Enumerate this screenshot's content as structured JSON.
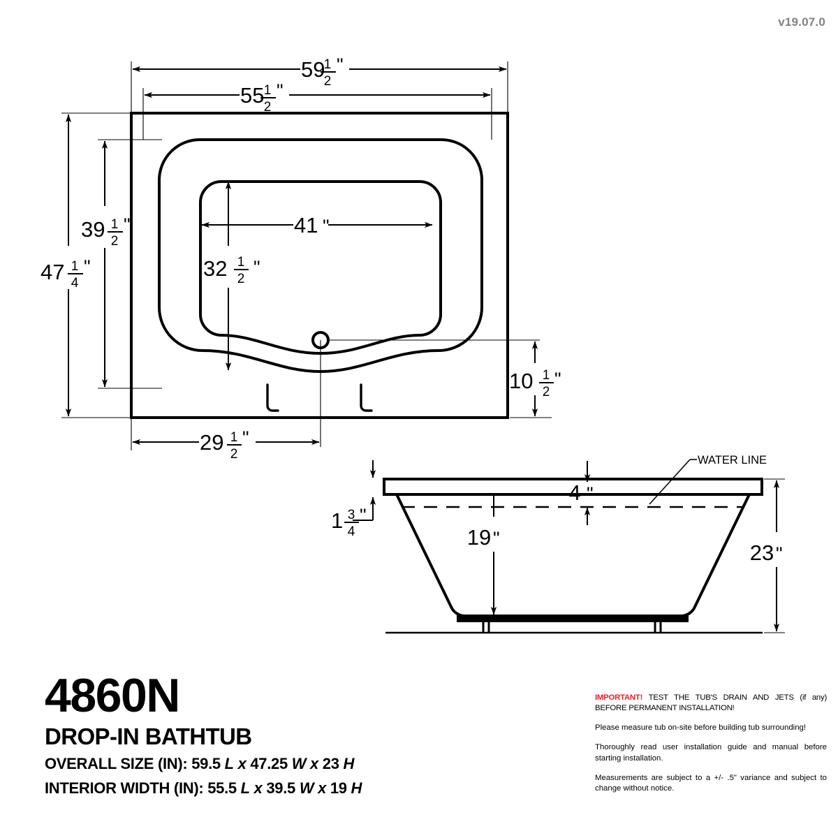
{
  "document": {
    "version_label": "v19.07.0",
    "model_number": "4860N",
    "product_type": "DROP-IN BATHTUB",
    "overall_size_label": "OVERALL SIZE (IN):",
    "overall_size_value_1": "59.5",
    "overall_size_unit_1": "L",
    "overall_size_sep_1": "x",
    "overall_size_value_2": "47.25",
    "overall_size_unit_2": "W",
    "overall_size_sep_2": "x",
    "overall_size_value_3": "23",
    "overall_size_unit_3": "H",
    "interior_width_label": "INTERIOR WIDTH (IN):",
    "interior_value_1": "55.5",
    "interior_unit_1": "L",
    "interior_sep_1": "x",
    "interior_value_2": "39.5",
    "interior_unit_2": "W",
    "interior_sep_2": "x",
    "interior_value_3": "19",
    "interior_unit_3": "H"
  },
  "notes": {
    "important_prefix": "IMPORTANT!",
    "important_body": " TEST THE TUB'S DRAIN AND JETS (if any) BEFORE PERMANENT INSTALLATION!",
    "note_2": "Please measure tub on-site before building tub surrounding!",
    "note_3": "Thoroughly read user installation guide and manual before starting installation.",
    "note_4": "Measurements are subject to a +/- .5\" variance and subject to change without notice."
  },
  "plan_view": {
    "name": "top-plan-view",
    "dimensions": {
      "overall_length": {
        "whole": "59",
        "num": "1",
        "den": "2",
        "unit": "\""
      },
      "interior_length": {
        "whole": "55",
        "num": "1",
        "den": "2",
        "unit": "\""
      },
      "overall_width": {
        "whole": "47",
        "num": "1",
        "den": "4",
        "unit": "\""
      },
      "interior_width": {
        "whole": "39",
        "num": "1",
        "den": "2",
        "unit": "\""
      },
      "basin_length": {
        "whole": "41",
        "num": "",
        "den": "",
        "unit": "\""
      },
      "basin_width": {
        "whole": "32",
        "num": "1",
        "den": "2",
        "unit": "\""
      },
      "drain_offset_x": {
        "whole": "29",
        "num": "1",
        "den": "2",
        "unit": "\""
      },
      "drain_offset_y": {
        "whole": "10",
        "num": "1",
        "den": "2",
        "unit": "\""
      }
    }
  },
  "section_view": {
    "name": "front-section-view",
    "water_line_label": "WATER LINE",
    "dimensions": {
      "rim_thickness": {
        "whole": "1",
        "num": "3",
        "den": "4",
        "unit": "\""
      },
      "freeboard": {
        "whole": "4",
        "num": "",
        "den": "",
        "unit": "\""
      },
      "interior_depth": {
        "whole": "19",
        "num": "",
        "den": "",
        "unit": "\""
      },
      "overall_height": {
        "whole": "23",
        "num": "",
        "den": "",
        "unit": "\""
      }
    }
  },
  "colors": {
    "line": "#000000",
    "version_gray": "#808285",
    "important_red": "#ed1c24",
    "background": "#ffffff"
  }
}
